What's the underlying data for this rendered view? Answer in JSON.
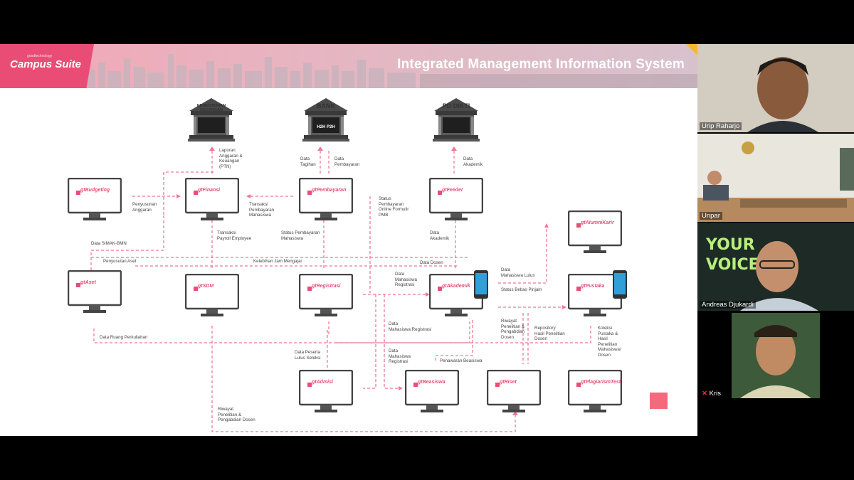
{
  "slide": {
    "brand": "Campus Suite",
    "brand_small": "goodtechnology",
    "title": "Integrated Management Information System"
  },
  "institutions": {
    "kementerian": "KEMENTERIAN KEUANGAN",
    "bank": "BANK",
    "bank_sub": "H2H P2H",
    "pddikti": "PD DIKTI"
  },
  "modules": {
    "budgeting": "gtBudgeting",
    "finance": "gtFinansi",
    "payment": "gtPembayaran",
    "feeder": "gtFeeder",
    "alumni": "gtAlumniKarir",
    "asset": "gtAset",
    "sdm": "gtSDM",
    "registration": "gtRegistrasi",
    "academic": "gtAkademik",
    "library": "gtPustaka",
    "admission": "gtAdmisi",
    "scholarship": "gtBeasiswa",
    "research": "gtRiset",
    "plagiarism": "gtPlagiarismTest"
  },
  "flows": {
    "laporan": "Laporan\nAnggaran &\nKeuangan\n(PTN)",
    "tagihan": "Data\nTagihan",
    "pembayaran": "Data\nPembayaran",
    "akademik_top": "Data\nAkademik",
    "penyusunan": "Penyusunan\nAnggaran",
    "transaksi_mhs": "Transaksi\nPembayaran\nMahasiswa",
    "status_online": "Status\nPembayaran\nOnline Formulir\nPMB",
    "data_simak": "Data SIMAK-BMN",
    "transaksi_payroll": "Transaksi\nPayroll Employee",
    "status_pembayaran": "Status Pembayaran\nMahasiswa",
    "data_akademik_feeder": "Data\nAkademik",
    "penyusutan": "Penyusutan Aset",
    "kelebihan": "Kelebihan Jam Mengajar",
    "data_dosen": "Data Dosen",
    "data_mhs_lulus": "Data\nMahasiswa Lulus",
    "data_mhs_registrasi": "Data\nMahasiswa\nRegistrasi",
    "status_bebas": "Status Bebas Pinjam",
    "ruang": "Data Ruang Perkuliahan",
    "data_mhs_registrasi2": "Data\nMahasiswa Registrasi",
    "riwayat": "Riwayat\nPenelitian &\nPengabdian\nDosen",
    "repository": "Repository\nHasil Penelitian\nDosen",
    "koleksi": "Koleksi\nPustaka &\nHasil\nPenelitian\nMahasiswa/\nDosen",
    "peserta": "Data Peserta\nLulus Seleksi",
    "data_mhs_reg3": "Data\nMahasiswa\nRegistrasi",
    "penawaran": "Penawaran Beasiswa",
    "riwayat_bottom": "Riwayat\nPenelitian &\nPengabdian Dosen"
  },
  "participants": [
    {
      "name": "Urip Raharjo"
    },
    {
      "name": "Unpar"
    },
    {
      "name": "Andreas Djukardi",
      "backdrop_text": "YOUR VOICE"
    },
    {
      "name": "Kris"
    }
  ]
}
